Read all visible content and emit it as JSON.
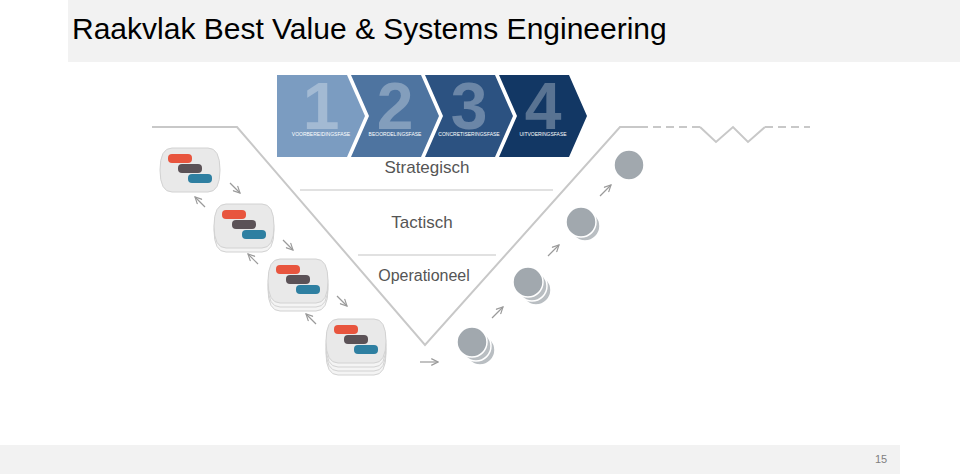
{
  "diagram": {
    "title": "Raakvlak Best Value & Systems Engineering",
    "nodes": [
      {
        "text": [
          "1",
          "VOORBEREIDINGSFASE"
        ]
      },
      {
        "text": [
          "2",
          "BEOORDELINGSFASE"
        ]
      },
      {
        "text": [
          "3",
          "CONCRETISERINGSFASE"
        ]
      },
      {
        "text": [
          "4",
          "UITVOERINGSFASE"
        ]
      }
    ],
    "labels": [
      "Strategisch",
      "Tactisch",
      "Operationeel",
      "15"
    ]
  }
}
